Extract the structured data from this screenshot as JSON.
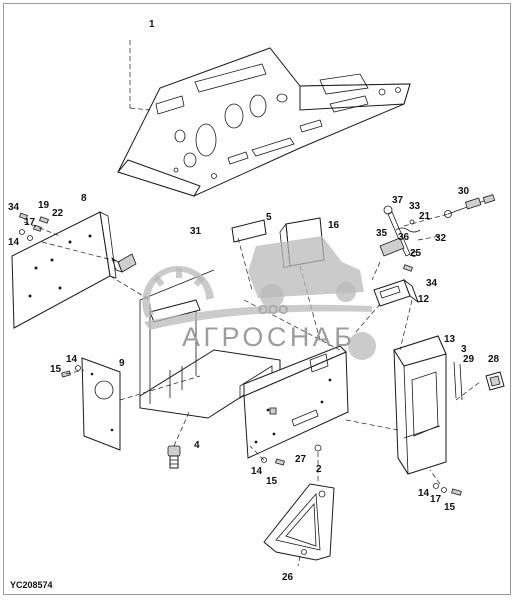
{
  "diagram": {
    "drawing_code": "YC208574",
    "watermark": {
      "company_abbr": "ООО",
      "company_name": "АГРОСНАБ"
    },
    "callouts": [
      {
        "id": "c1",
        "label": "1"
      },
      {
        "id": "c2",
        "label": "2"
      },
      {
        "id": "c3",
        "label": "3"
      },
      {
        "id": "c4",
        "label": "4"
      },
      {
        "id": "c5",
        "label": "5"
      },
      {
        "id": "c8",
        "label": "8"
      },
      {
        "id": "c9",
        "label": "9"
      },
      {
        "id": "c12",
        "label": "12"
      },
      {
        "id": "c13",
        "label": "13"
      },
      {
        "id": "c14a",
        "label": "14"
      },
      {
        "id": "c14b",
        "label": "14"
      },
      {
        "id": "c14c",
        "label": "14"
      },
      {
        "id": "c14d",
        "label": "14"
      },
      {
        "id": "c15a",
        "label": "15"
      },
      {
        "id": "c15b",
        "label": "15"
      },
      {
        "id": "c15c",
        "label": "15"
      },
      {
        "id": "c16",
        "label": "16"
      },
      {
        "id": "c17a",
        "label": "17"
      },
      {
        "id": "c17b",
        "label": "17"
      },
      {
        "id": "c19",
        "label": "19"
      },
      {
        "id": "c21",
        "label": "21"
      },
      {
        "id": "c22",
        "label": "22"
      },
      {
        "id": "c25",
        "label": "25"
      },
      {
        "id": "c26",
        "label": "26"
      },
      {
        "id": "c27",
        "label": "27"
      },
      {
        "id": "c28",
        "label": "28"
      },
      {
        "id": "c29",
        "label": "29"
      },
      {
        "id": "c30",
        "label": "30"
      },
      {
        "id": "c31",
        "label": "31"
      },
      {
        "id": "c32",
        "label": "32"
      },
      {
        "id": "c33",
        "label": "33"
      },
      {
        "id": "c34a",
        "label": "34"
      },
      {
        "id": "c34b",
        "label": "34"
      },
      {
        "id": "c35",
        "label": "35"
      },
      {
        "id": "c36",
        "label": "36"
      },
      {
        "id": "c37",
        "label": "37"
      }
    ]
  }
}
